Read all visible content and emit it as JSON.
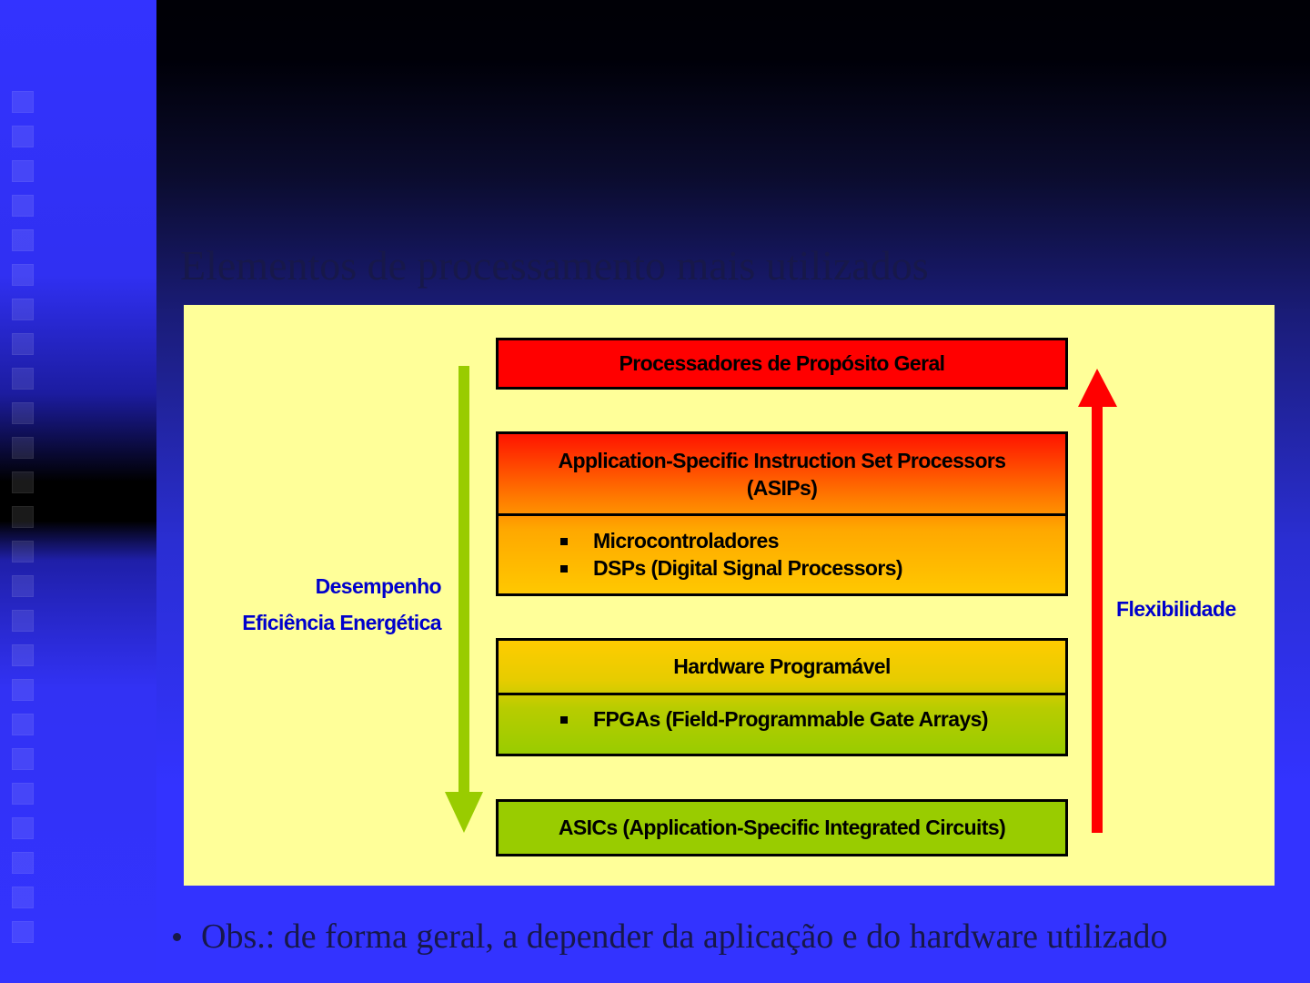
{
  "slide": {
    "title": "Elementos de processamento mais utilizados",
    "note": "Obs.: de forma geral, a depender da aplicação e do hardware utilizado"
  },
  "diagram": {
    "boxes": {
      "gpp": "Processadores de Propósito Geral",
      "asip_line1": "Application-Specific Instruction Set Processors",
      "asip_line2": "(ASIPs)",
      "asip_items": [
        "Microcontroladores",
        "DSPs (Digital Signal Processors)"
      ],
      "hw": "Hardware Programável",
      "hw_items": [
        "FPGAs (Field-Programmable Gate Arrays)"
      ],
      "asic": "ASICs (Application-Specific Integrated Circuits)"
    },
    "labels": {
      "desempenho": "Desempenho",
      "eficiencia": "Eficiência Energética",
      "flexibilidade": "Flexibilidade"
    }
  },
  "colors": {
    "panel_bg": "#ffff99",
    "gpp": "#ff0000",
    "asic": "#99cc00",
    "down_arrow": "#99cc00",
    "up_arrow": "#ff0000",
    "label_text": "#0000cc"
  }
}
